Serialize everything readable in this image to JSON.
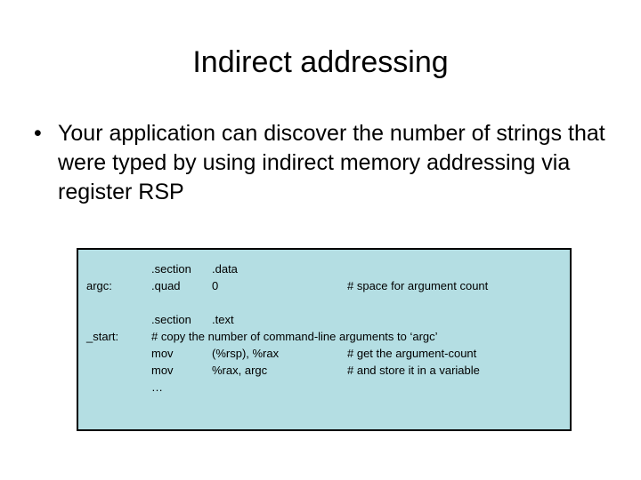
{
  "slide": {
    "title": "Indirect addressing",
    "bullets": [
      {
        "marker": "•",
        "text": "Your application can discover the number of strings that were typed by using indirect memory addressing via register RSP"
      }
    ]
  },
  "code_block": {
    "background_color": "#b4dee3",
    "border_color": "#000000",
    "lines": [
      {
        "type": "code",
        "label": "",
        "mnemonic": ".section",
        "operand": ".data",
        "comment": ""
      },
      {
        "type": "code",
        "label": "argc:",
        "mnemonic": ".quad",
        "operand": "0",
        "comment": "# space for argument count"
      },
      {
        "type": "blank",
        "label": "",
        "mnemonic": "",
        "operand": "",
        "comment": ""
      },
      {
        "type": "code",
        "label": "",
        "mnemonic": ".section",
        "operand": ".text",
        "comment": ""
      },
      {
        "type": "wide",
        "label": "_start:",
        "wide_text": "# copy the number of command-line arguments to ‘argc’",
        "mnemonic": "",
        "operand": "",
        "comment": ""
      },
      {
        "type": "code",
        "label": "",
        "mnemonic": "mov",
        "operand": "(%rsp), %rax",
        "comment": "# get the argument-count"
      },
      {
        "type": "code",
        "label": "",
        "mnemonic": "mov",
        "operand": "%rax, argc",
        "comment": "# and store it in a variable"
      },
      {
        "type": "ellipsis",
        "label": "",
        "mnemonic": "…",
        "operand": "",
        "comment": ""
      }
    ]
  }
}
